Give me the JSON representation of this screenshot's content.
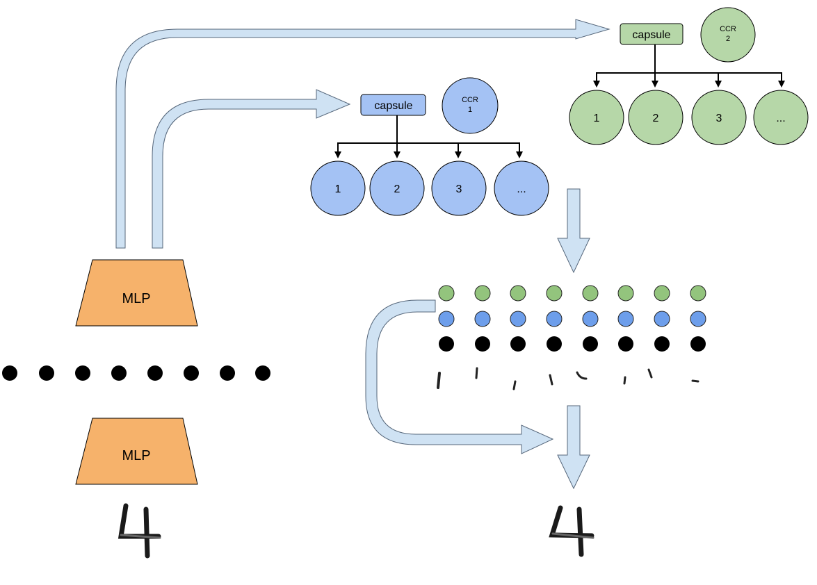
{
  "diagram": {
    "mlp_top_label": "MLP",
    "mlp_bottom_label": "MLP",
    "capsule_blue_label": "capsule",
    "capsule_green_label": "capsule",
    "ccr1_line1": "CCR",
    "ccr1_line2": "1",
    "ccr2_line1": "CCR",
    "ccr2_line2": "2",
    "blue_nodes": [
      "1",
      "2",
      "3",
      "..."
    ],
    "green_nodes": [
      "1",
      "2",
      "3",
      "..."
    ],
    "input_digit": "4",
    "output_digit": "4",
    "stroke_rows": 8
  },
  "colors": {
    "blue_fill": "#a4c2f4",
    "green_fill": "#b6d7a8",
    "dot_green": "#93c47d",
    "dot_blue": "#6d9eeb",
    "mlp_fill": "#f6b26b",
    "arrow_fill": "#cfe2f3",
    "arrow_stroke": "#55667a"
  }
}
